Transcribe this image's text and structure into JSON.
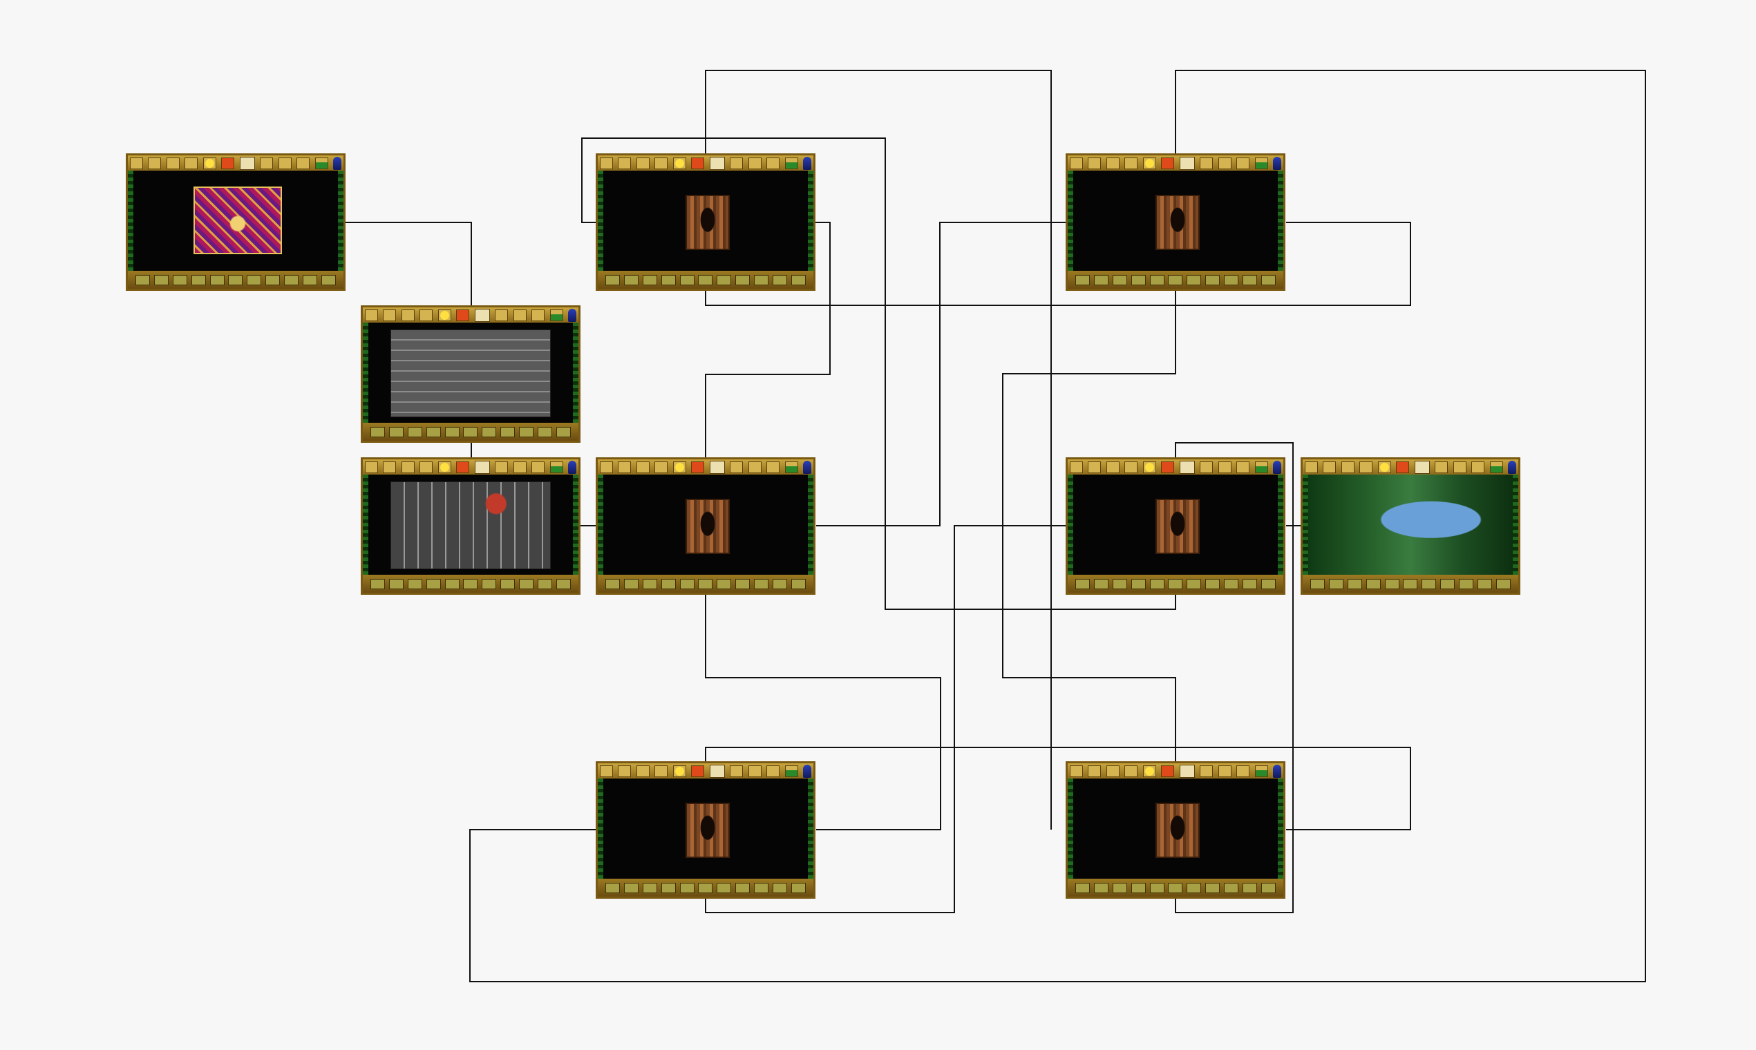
{
  "diagram": {
    "description_free": true,
    "screens": [
      {
        "id": "throne-room",
        "scene": "throne"
      },
      {
        "id": "corridor-a",
        "scene": "corridor"
      },
      {
        "id": "corridor-b",
        "scene": "corridor"
      },
      {
        "id": "dungeon-hall",
        "scene": "dungeon"
      },
      {
        "id": "dungeon-cell",
        "scene": "cell"
      },
      {
        "id": "corridor-c",
        "scene": "corridor"
      },
      {
        "id": "corridor-d",
        "scene": "corridor"
      },
      {
        "id": "forest-exit",
        "scene": "forest"
      },
      {
        "id": "corridor-e",
        "scene": "corridor"
      },
      {
        "id": "corridor-f",
        "scene": "corridor"
      }
    ],
    "colors": {
      "frame": "#7a5a12",
      "bar": "#c9a63e",
      "wire": "#111111",
      "background": "#f7f7f7"
    },
    "toolbar_icons": [
      "compass-icon",
      "door-icon",
      "figure-icon",
      "chest-icon",
      "gold-coin-icon",
      "lamp-icon",
      "scroll-icon",
      "spellbook-icon",
      "rune-icon",
      "harp-icon",
      "flask-icon",
      "wizard-icon"
    ]
  }
}
